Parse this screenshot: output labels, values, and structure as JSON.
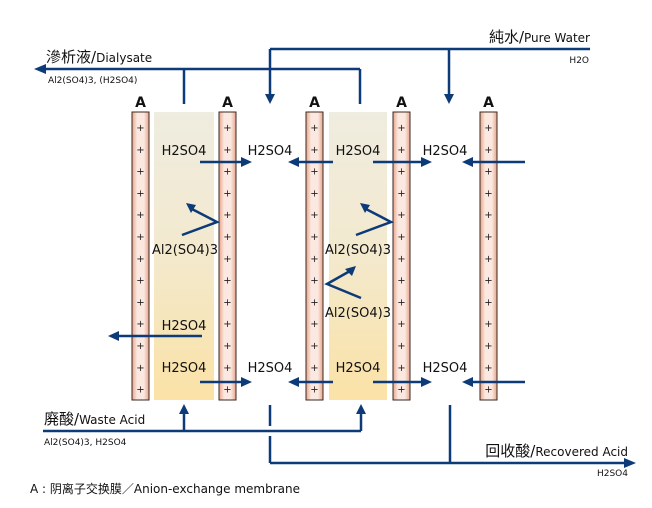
{
  "title": "Aluminium sulfate / sulfuric acid diffusion dialysis",
  "streams": {
    "dialysate": {
      "label_jp": "滲析液",
      "label_en": "Dialysate",
      "sub": "Al2(SO4)3, (H2SO4)"
    },
    "pure_water": {
      "label_jp": "純水",
      "label_en": "Pure Water",
      "sub": "H2O"
    },
    "waste_acid": {
      "label_jp": "廃酸",
      "label_en": "Waste Acid",
      "sub": "Al2(SO4)3, H2SO4"
    },
    "recovered_acid": {
      "label_jp": "回收酸",
      "label_en": "Recovered Acid",
      "sub": "H2SO4"
    }
  },
  "membrane_label": "A",
  "membrane_count": 5,
  "plus_sign": "+",
  "species": {
    "acid": "H2SO4",
    "salt": "Al2(SO4)3"
  },
  "legend": "A : 阴离子交换膜／Anion-exchange membrane",
  "colors": {
    "flow": "#0d3a78",
    "membrane_fill": "#f7d9cc",
    "membrane_edge": "#3a2a22",
    "chamber_top": "#efece0",
    "chamber_bottom": "#fbe3a8"
  }
}
